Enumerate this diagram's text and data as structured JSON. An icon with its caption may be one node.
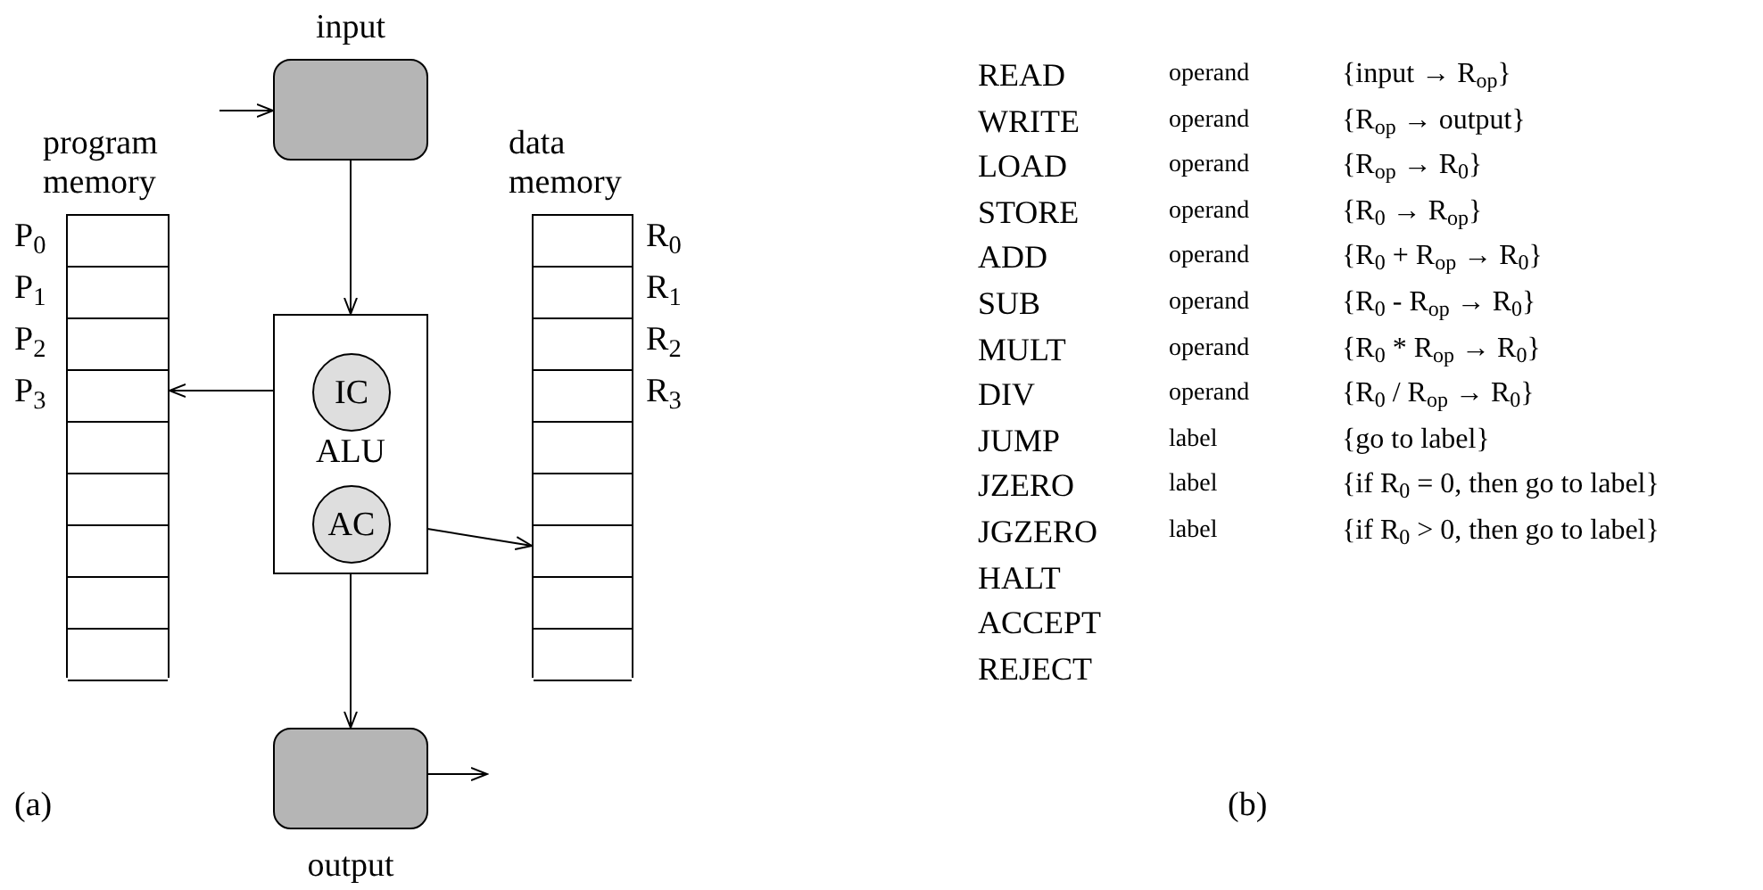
{
  "diagram": {
    "nodes": [
      {
        "text": [
          "input"
        ]
      },
      {
        "text": [
          "program memory"
        ]
      },
      {
        "text": [
          "ALU"
        ]
      },
      {
        "text": [
          "IC"
        ],
        "in": 2
      },
      {
        "text": [
          "AC"
        ],
        "in": 2
      },
      {
        "text": [
          "data memory"
        ]
      },
      {
        "text": [
          "output"
        ]
      }
    ],
    "edges": [
      {
        "from": null,
        "to": 0,
        "arrow": "to"
      },
      {
        "from": 0,
        "to": 2,
        "arrow": "to"
      },
      {
        "from": 3,
        "to": 1,
        "arrow": "to"
      },
      {
        "from": 4,
        "to": 5,
        "arrow": "to"
      },
      {
        "from": 2,
        "to": 6,
        "arrow": "to"
      },
      {
        "from": 6,
        "to": null,
        "arrow": "to"
      }
    ],
    "labels": [
      "P$_{0}$",
      "P$_{1}$",
      "P$_{2}$",
      "P$_{3}$",
      "R$_{0}$",
      "R$_{1}$",
      "R$_{2}$",
      "R$_{3}$",
      "(a)",
      "READ",
      "operand",
      "{input → R$_{op}$}",
      "WRITE",
      "operand",
      "{R$_{op}$ → output}",
      "LOAD",
      "operand",
      "{R$_{op}$ → R$_{0}$}",
      "STORE",
      "operand",
      "{R$_{0}$ → R$_{op}$}",
      "ADD",
      "operand",
      "{R$_{0}$ + R$_{op}$ → R$_{0}$}",
      "SUB",
      "operand",
      "{R$_{0}$ - R$_{op}$ → R$_{0}$}",
      "MULT",
      "operand",
      "{R$_{0}$ * R$_{op}$ → R$_{0}$}",
      "DIV",
      "operand",
      "{R$_{0}$ / R$_{op}$ → R$_{0}$}",
      "JUMP",
      "label",
      "{go to label}",
      "JZERO",
      "label",
      "{if R$_{0}$ = 0, then go to label}",
      "JGZERO",
      "label",
      "{if R$_{0}$ > 0, then go to label}",
      "HALT",
      "ACCEPT",
      "REJECT",
      "(b)"
    ]
  }
}
